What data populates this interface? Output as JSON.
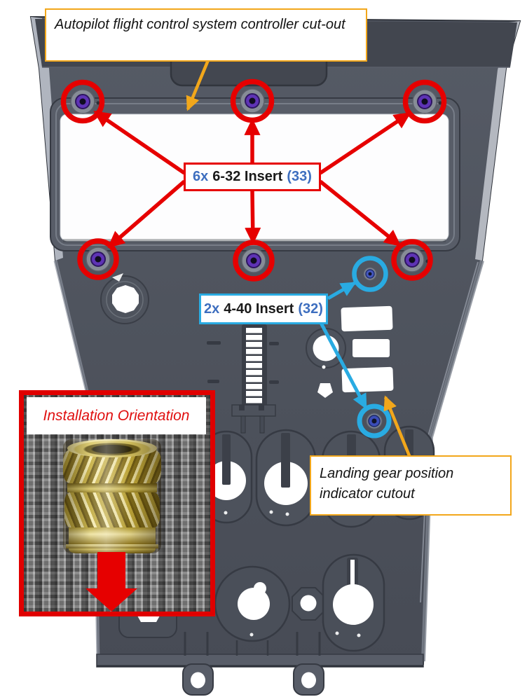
{
  "figure": {
    "type": "assembly callout diagram of instrument panel rear face",
    "background_color": "#FFFFFF"
  },
  "callouts": {
    "autopilot": {
      "text": "Autopilot flight control system controller cut-out",
      "border_color": "#F2A71B"
    },
    "landing_gear": {
      "text": "Landing gear position indicator cutout",
      "border_color": "#F2A71B"
    },
    "installation": {
      "text": "Installation Orientation",
      "text_color": "#E01010",
      "border_color": "#E00000"
    }
  },
  "part_labels": {
    "insert_6_32": {
      "qty": "6x",
      "name": "6-32 Insert",
      "ref": "(33)",
      "border_color": "#E60000",
      "accent_color": "#3D6EBF"
    },
    "insert_4_40": {
      "qty": "2x",
      "name": "4-40 Insert",
      "ref": "(32)",
      "border_color": "#29ABE2",
      "accent_color": "#3D6EBF"
    }
  },
  "annotations": {
    "red_highlight_color": "#E60000",
    "blue_highlight_color": "#29ABE2",
    "yellow_arrow_color": "#F2A71B",
    "insert_ring_color": "#5E33B5",
    "red_circled_inserts": 6,
    "blue_circled_inserts": 2
  }
}
